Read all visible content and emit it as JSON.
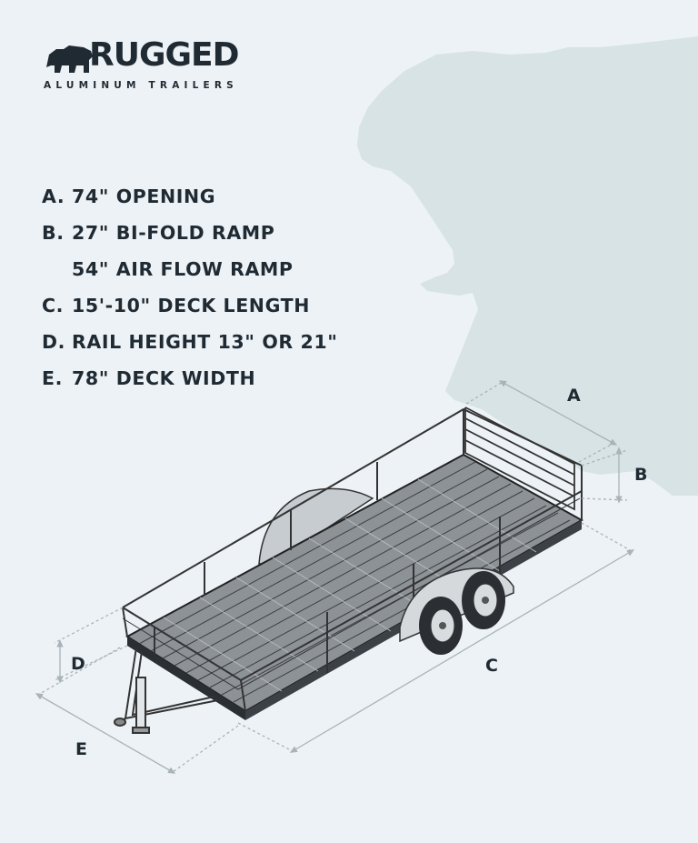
{
  "brand": {
    "name": "RUGGED",
    "tagline": "ALUMINUM TRAILERS",
    "logo_icon": "bear-icon"
  },
  "specs": [
    {
      "letter": "A.",
      "text": "74\" OPENING"
    },
    {
      "letter": "B.",
      "text": "27\" BI-FOLD RAMP"
    },
    {
      "letter": "",
      "text": "54\" AIR FLOW RAMP"
    },
    {
      "letter": "C.",
      "text": "15'-10\" DECK LENGTH"
    },
    {
      "letter": "D.",
      "text": "RAIL HEIGHT 13\" OR 21\""
    },
    {
      "letter": "E.",
      "text": "78\" DECK WIDTH"
    }
  ],
  "dimension_labels": {
    "a": "A",
    "b": "B",
    "c": "C",
    "d": "D",
    "e": "E"
  },
  "colors": {
    "background": "#edf2f6",
    "watermark": "#d4e1e2",
    "text": "#1f2a33",
    "dimension_line": "#a9b3b9"
  }
}
